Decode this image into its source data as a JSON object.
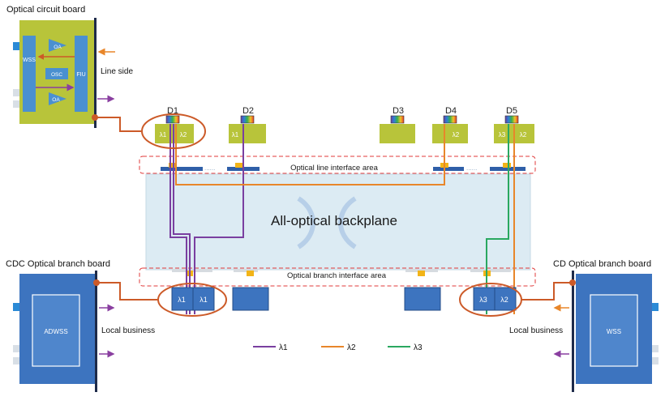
{
  "labels": {
    "optical_circuit_board": "Optical circuit board",
    "line_side": "Line side",
    "cdc_branch_board": "CDC Optical branch board",
    "cd_branch_board": "CD Optical branch board",
    "local_business_left": "Local business",
    "local_business_right": "Local business",
    "line_interface_area": "Optical line interface area",
    "branch_interface_area": "Optical branch interface area",
    "backplane_title": "All-optical backplane",
    "dots": "......"
  },
  "circuit_board": {
    "wss": "WSS",
    "oa_top": "OA",
    "osc": "OSC",
    "oa_bottom": "OA",
    "fiu": "FIU"
  },
  "cdc_board": {
    "adwss": "ADWSS"
  },
  "cd_board": {
    "wss": "WSS"
  },
  "degrees": [
    {
      "name": "D1",
      "channels": [
        "λ1",
        "λ2"
      ]
    },
    {
      "name": "D2",
      "channels": [
        "λ1"
      ]
    },
    {
      "name": "D3",
      "channels": []
    },
    {
      "name": "D4",
      "channels": [
        "λ2"
      ]
    },
    {
      "name": "D5",
      "channels": [
        "λ3",
        "λ2"
      ]
    }
  ],
  "branch_ports": {
    "left": [
      "λ1",
      "λ1"
    ],
    "right": [
      "λ3",
      "λ2"
    ]
  },
  "legend": [
    {
      "label": "λ1",
      "color": "#7a3fa0"
    },
    {
      "label": "λ2",
      "color": "#e8862a"
    },
    {
      "label": "λ3",
      "color": "#2aa860"
    }
  ],
  "colors": {
    "board_blue": "#3d74bf",
    "circuit_green": "#b8c43a",
    "backplane": "#dcebf3",
    "accent_orange": "#cc5a28",
    "dashed_red": "#e03a3a"
  }
}
